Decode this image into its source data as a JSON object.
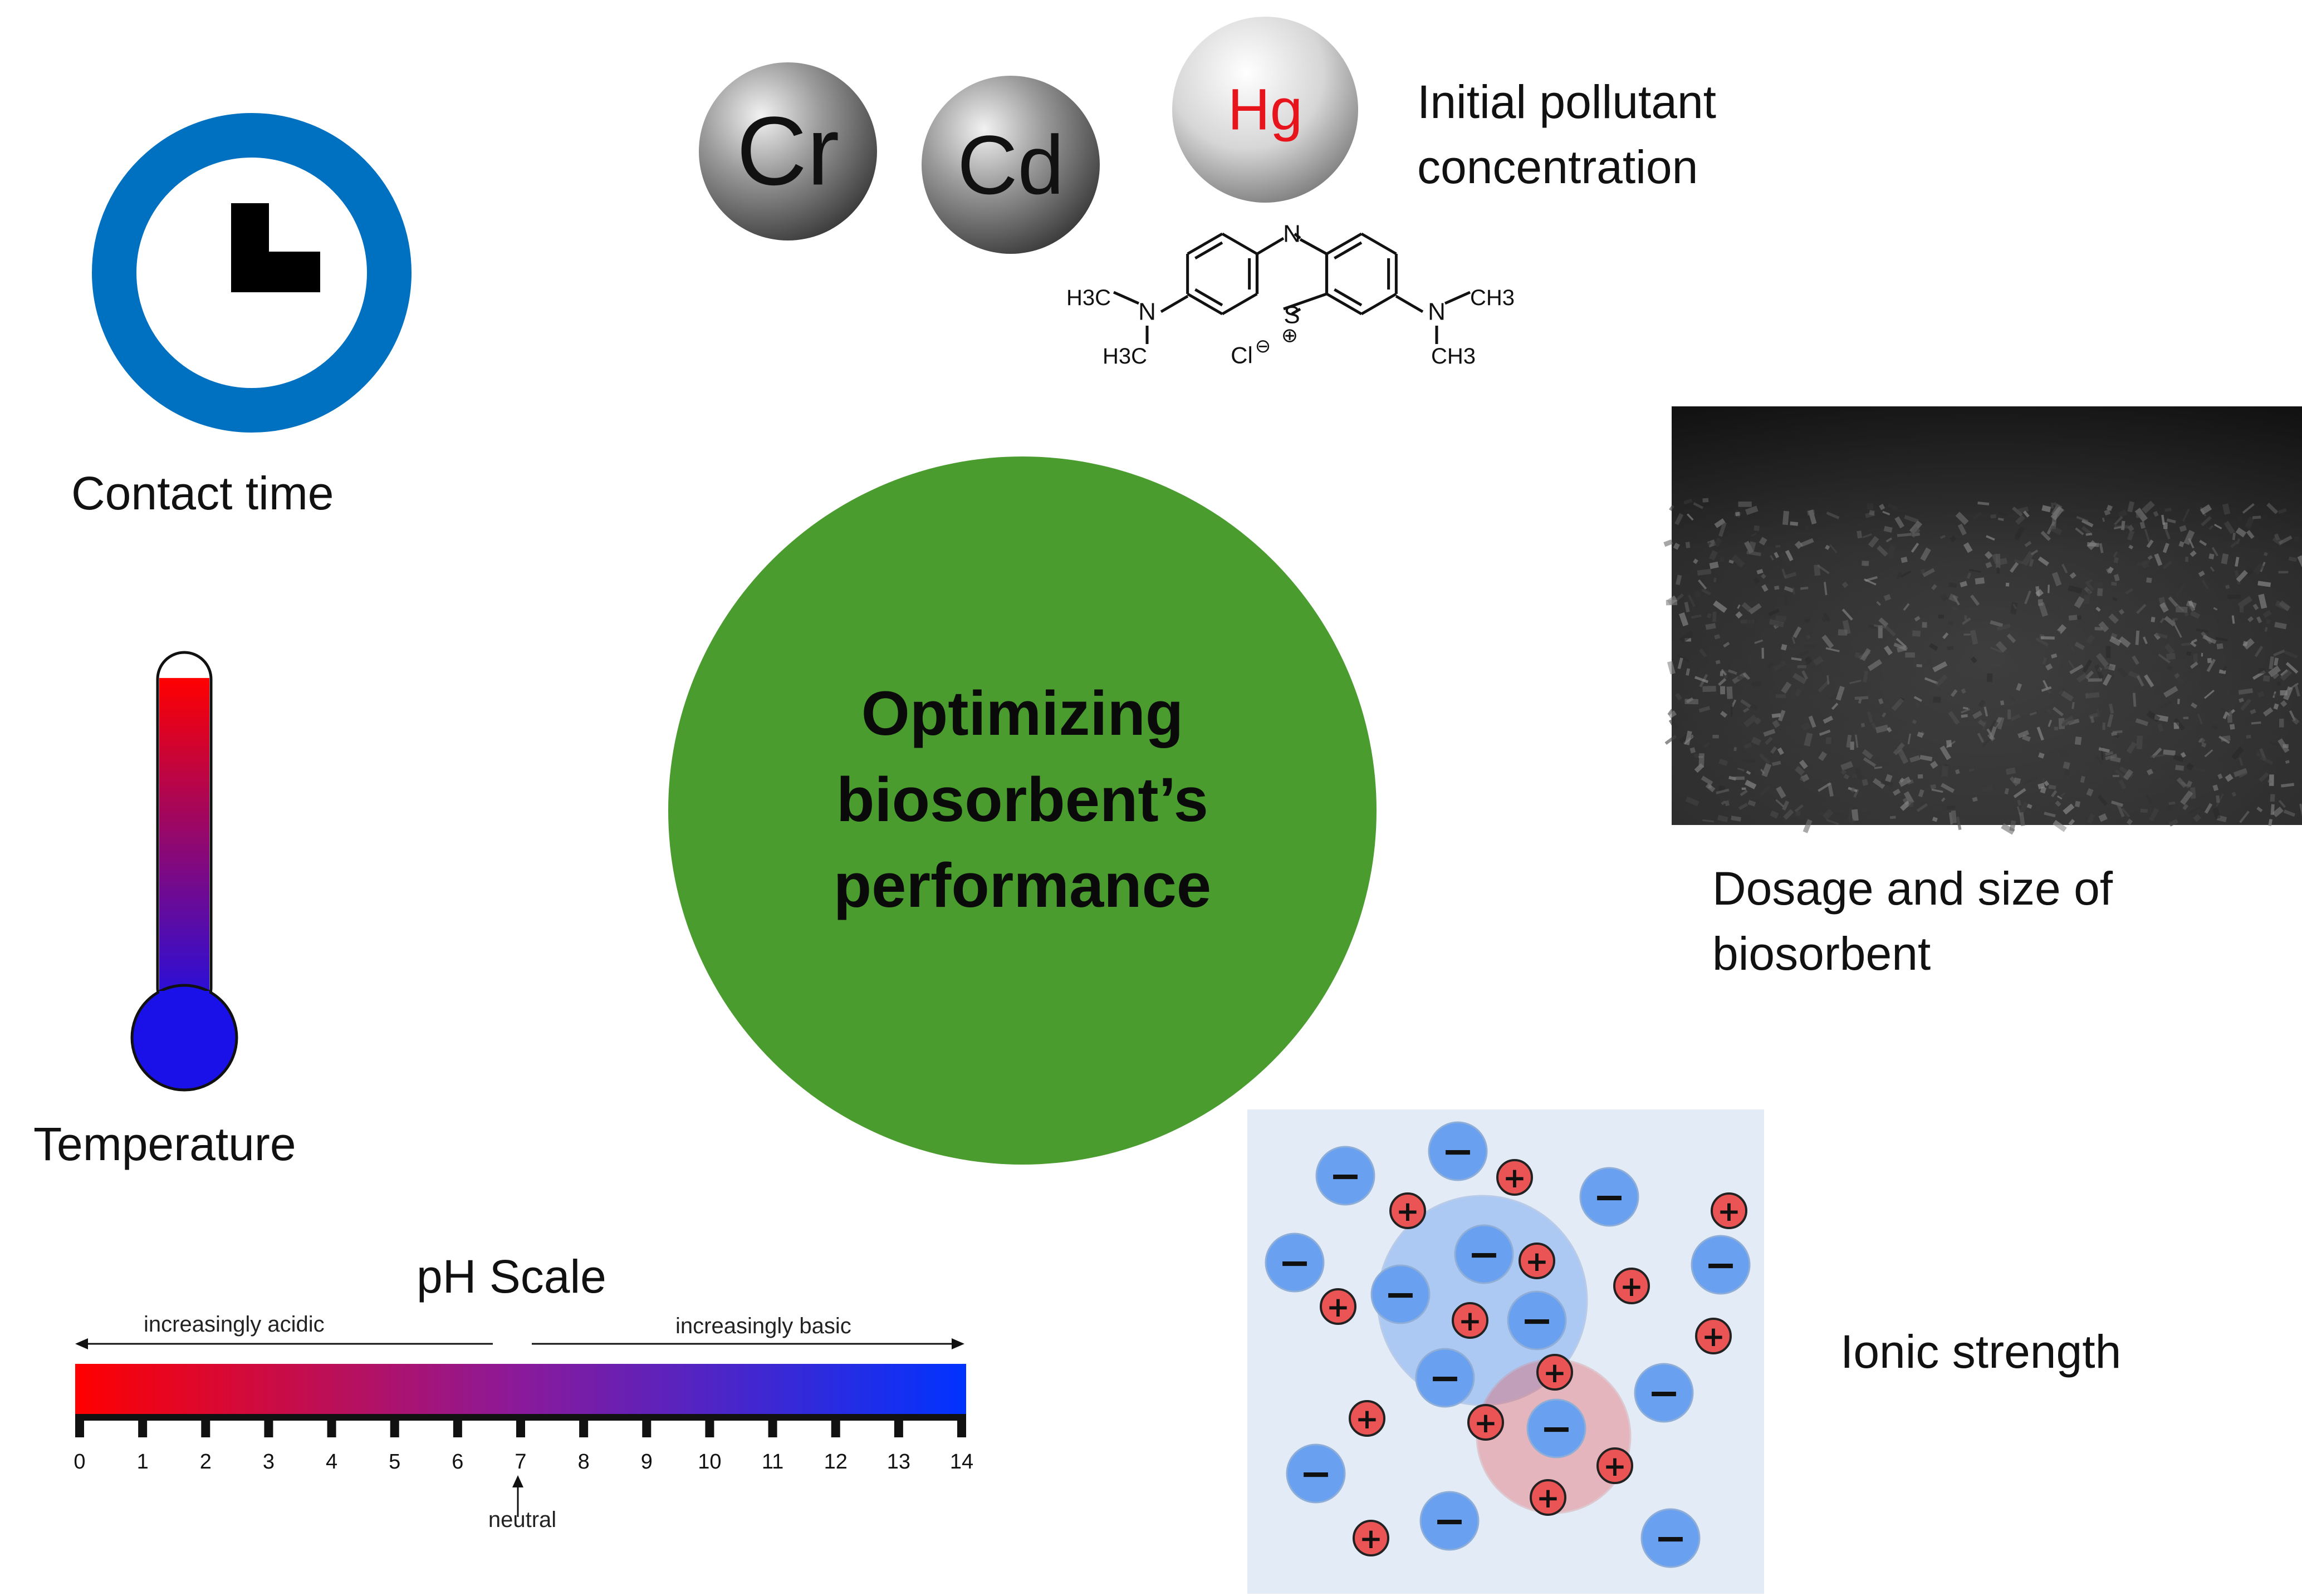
{
  "labels": {
    "contact_time": "Contact time",
    "temperature": "Temperature",
    "initial_concentration_line1": "Initial pollutant",
    "initial_concentration_line2": "concentration",
    "dosage_line1": "Dosage and size of",
    "dosage_line2": "biosorbent",
    "ionic_strength": "Ionic strength"
  },
  "center": {
    "title": "Optimizing\nbiosorbent’s\nperformance",
    "color": "#4a9c2f"
  },
  "metals": [
    {
      "symbol": "Cr",
      "text_color": "#111111"
    },
    {
      "symbol": "Cd",
      "text_color": "#111111"
    },
    {
      "symbol": "Hg",
      "text_color": "#e8141c"
    }
  ],
  "molecule": {
    "n_top": "N",
    "s": "S",
    "s_charge": "⊕",
    "left_n": "N",
    "right_n": "N",
    "left_top": "H3C",
    "left_bottom": "H3C",
    "right_top": "CH3",
    "right_bottom": "CH3",
    "counter_ion": "Cl",
    "counter_charge": "⊖"
  },
  "clock": {
    "ring_color": "#0070c0",
    "hand_color": "#000000"
  },
  "thermometer": {
    "fill_level": 0.93,
    "top_color": "#ff0000",
    "bottom_color": "#1a10e8"
  },
  "ph_scale": {
    "title": "pH Scale",
    "acidic_label": "increasingly acidic",
    "basic_label": "increasingly basic",
    "neutral_label": "neutral",
    "ticks": [
      "0",
      "1",
      "2",
      "3",
      "4",
      "5",
      "6",
      "7",
      "8",
      "9",
      "10",
      "11",
      "12",
      "13",
      "14"
    ],
    "colors": [
      "#ff0000",
      "#8a1a9a",
      "#0033ff"
    ]
  },
  "ions": {
    "negative_symbol": "−",
    "positive_symbol": "+",
    "negative_color": "#6aa0f0",
    "positive_color": "#ea5454",
    "background": "#e3ebf7"
  }
}
